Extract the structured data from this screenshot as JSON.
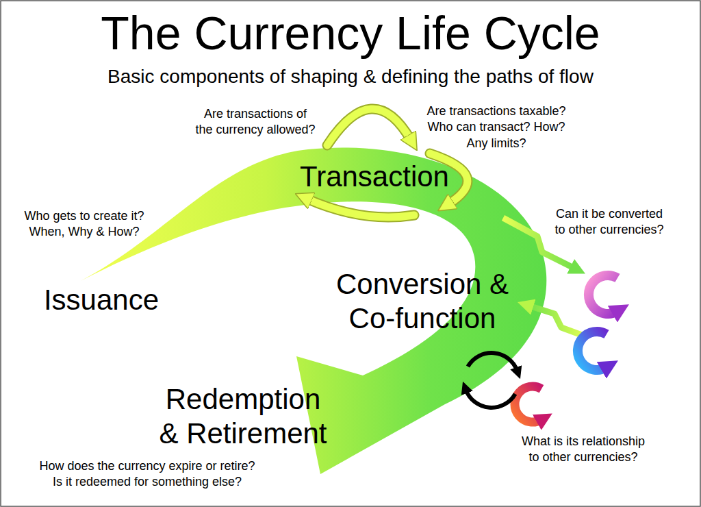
{
  "diagram": {
    "title": "The Currency Life Cycle",
    "nodes": [
      {
        "text": [
          "Issuance"
        ]
      },
      {
        "text": [
          "Transaction"
        ]
      },
      {
        "text": [
          "Conversion & Co-function"
        ]
      },
      {
        "text": [
          "Redemption & Retirement"
        ]
      }
    ],
    "labels": [
      "Basic components of shaping & defining the paths of flow",
      "Are transactions of the currency allowed?",
      "Are transactions taxable? Who can transact? How? Any limits?",
      "Who gets to create it? When, Why & How?",
      "Can it be converted to other currencies?",
      "What is its relationship to other currencies?",
      "How does the currency expire or retire? Is it redeemed for something else?"
    ]
  }
}
